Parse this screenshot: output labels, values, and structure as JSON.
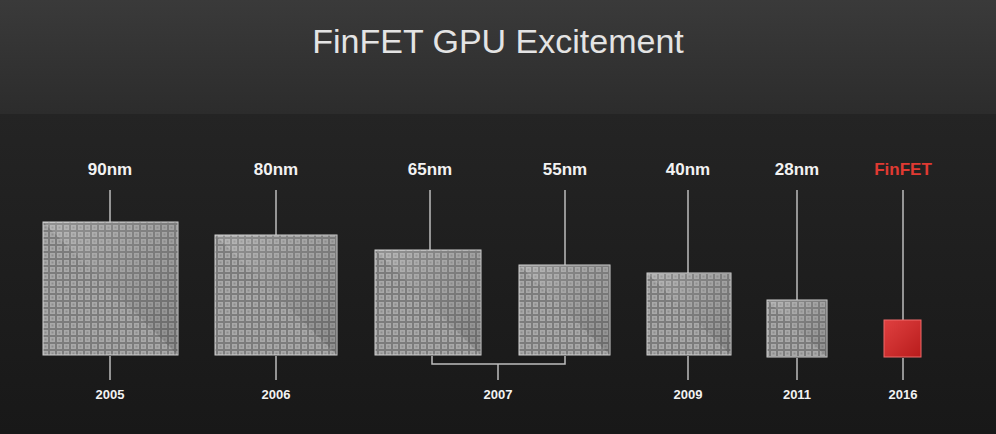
{
  "diagram": {
    "title": "FinFET GPU Excitement",
    "labels": [
      "90nm",
      "80nm",
      "65nm",
      "55nm",
      "40nm",
      "28nm",
      "FinFET",
      "2005",
      "2006",
      "2007",
      "2009",
      "2011",
      "2016"
    ]
  }
}
